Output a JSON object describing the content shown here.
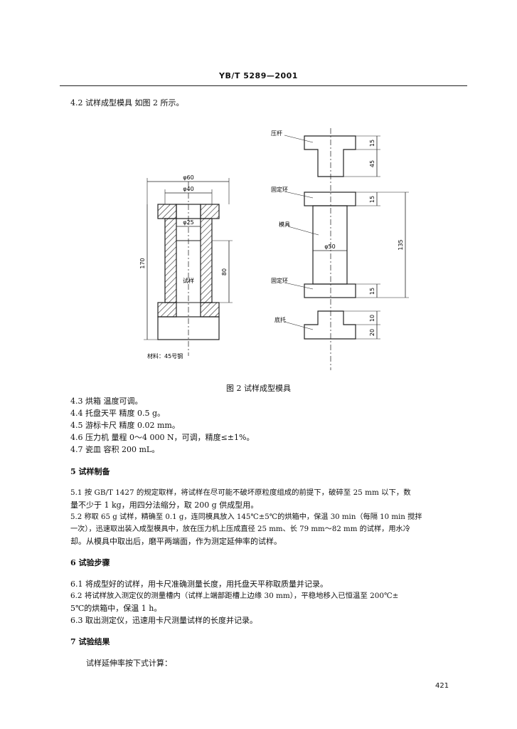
{
  "header": "YB/T 5289—2001",
  "section_4_2": "4.2  试样成型模具   如图 2 所示。",
  "figure": {
    "left_labels": {
      "d60": "φ60",
      "d40": "φ40",
      "d25": "φ25",
      "h170": "170",
      "h80": "80",
      "sample": "试样",
      "material": "材料：45号钢"
    },
    "right_labels": {
      "press_bar": "压杆",
      "fix_ring_top": "固定环",
      "mold": "模具",
      "fix_ring_bottom": "固定环",
      "base": "底托",
      "d50": "φ50",
      "dim_15a": "15",
      "dim_45": "45",
      "dim_15b": "15",
      "dim_135": "135",
      "dim_15c": "15",
      "dim_10": "10",
      "dim_20": "20"
    },
    "caption": "图 2   试样成型模具"
  },
  "items_4": [
    "4.3   烘箱   温度可调。",
    "4.4   托盘天平   精度 0.5 g。",
    "4.5   游标卡尺   精度 0.02 mm。",
    "4.6   压力机   量程 0～4 000 N，可调，精度≤±1%。",
    "4.7   瓷皿   容积 200 mL。"
  ],
  "sec5_title": "5   试样制备",
  "p5_1a": "5.1   按 GB/T 1427 的规定取样，将试样在尽可能不破坏原粒度组成的前提下，破碎至 25 mm 以下，数",
  "p5_1b": "量不少于 1 kg，用四分法缩分，取 200 g 供成型用。",
  "p5_2a": "5.2   称取 65 g 试样，精确至 0.1 g，连同模具放入 145℃±5℃的烘箱中，保温 30 min（每隔 10 min 搅拌",
  "p5_2b": "一次），迅速取出装入成型模具中，放在压力机上压成直径 25 mm、长 79 mm～82 mm 的试样，用水冷",
  "p5_2c": "却。从模具中取出后，磨平两端面，作为测定延伸率的试样。",
  "sec6_title": "6   试验步骤",
  "p6_1": "6.1   将成型好的试样，用卡尺准确测量长度，用托盘天平称取质量并记录。",
  "p6_2a": "6.2   将试样放入测定仪的测量槽内（试样上端部距槽上边缘 30 mm），平稳地移入已恒温至 200℃±",
  "p6_2b": "5℃的烘箱中，保温 1 h。",
  "p6_3": "6.3   取出测定仪，迅速用卡尺测量试样的长度并记录。",
  "sec7_title": "7   试验结果",
  "p7": "试样延伸率按下式计算：",
  "page_number": "421"
}
